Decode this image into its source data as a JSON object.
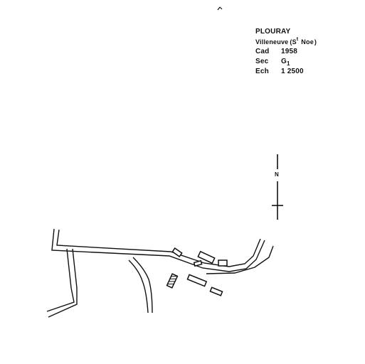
{
  "colors": {
    "ink": "#111111",
    "paper": "#ffffff"
  },
  "header": {
    "commune": "PLOURAY",
    "village_prefix": "Villeneuve",
    "village_paren_open": "(",
    "village_saint": "S",
    "village_saint_sup": "t",
    "village_name": "Noe",
    "village_paren_close": ")",
    "cad_label": "Cad",
    "cad_value": "1958",
    "sec_label": "Sec",
    "sec_value": "G",
    "sec_value_sub": "1",
    "ech_label": "Ech",
    "ech_value": "1 2500"
  },
  "north_arrow": {
    "label": "N",
    "icon": "north-arrow-icon"
  }
}
